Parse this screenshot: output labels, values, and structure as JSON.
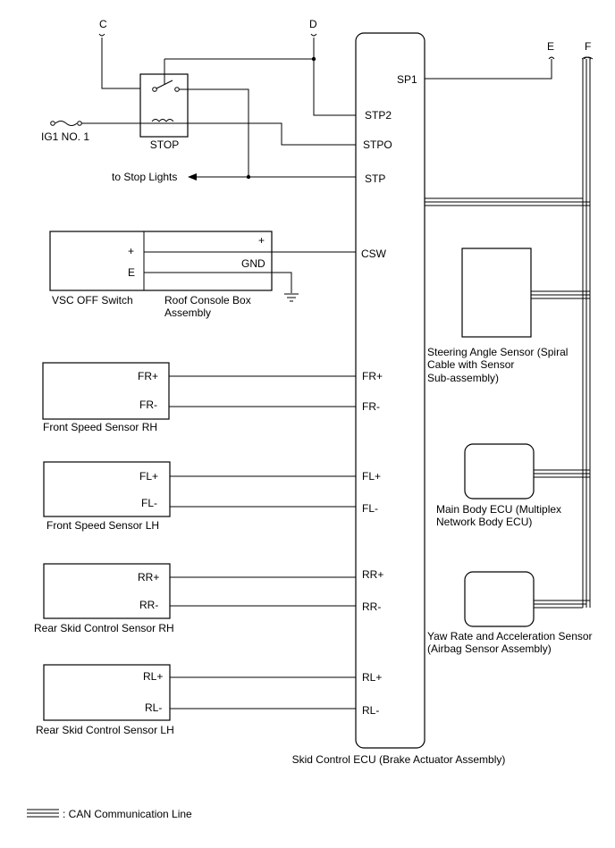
{
  "ecu": {
    "title": "Skid Control ECU (Brake Actuator Assembly)",
    "pins": {
      "sp1": "SP1",
      "stp2": "STP2",
      "stpo": "STPO",
      "stp": "STP",
      "csw": "CSW",
      "fr_plus": "FR+",
      "fr_minus": "FR-",
      "fl_plus": "FL+",
      "fl_minus": "FL-",
      "rr_plus": "RR+",
      "rr_minus": "RR-",
      "rl_plus": "RL+",
      "rl_minus": "RL-"
    }
  },
  "connectors": {
    "c": "C",
    "d": "D",
    "e": "E",
    "f": "F"
  },
  "power": {
    "fuse_label": "IG1 NO. 1"
  },
  "stop_relay": {
    "label": "STOP",
    "to_stop_lights": "to Stop Lights"
  },
  "vsc_off": {
    "switch_label": "VSC OFF Switch",
    "assembly_label_1": "Roof Console Box",
    "assembly_label_2": "Assembly",
    "plus_left": "+",
    "e_left": "E",
    "plus_right": "+",
    "gnd": "GND"
  },
  "sensors": {
    "front_rh": {
      "label": "Front Speed Sensor RH",
      "plus": "FR+",
      "minus": "FR-"
    },
    "front_lh": {
      "label": "Front Speed Sensor LH",
      "plus": "FL+",
      "minus": "FL-"
    },
    "rear_rh": {
      "label": "Rear Skid Control Sensor RH",
      "plus": "RR+",
      "minus": "RR-"
    },
    "rear_lh": {
      "label": "Rear Skid Control Sensor LH",
      "plus": "RL+",
      "minus": "RL-"
    }
  },
  "can_devices": {
    "steering": [
      "Steering Angle Sensor (Spiral",
      "Cable with Sensor",
      "Sub-assembly)"
    ],
    "main_body": [
      "Main Body ECU (Multiplex",
      "Network Body ECU)"
    ],
    "yaw": [
      "Yaw Rate and Acceleration Sensor",
      "(Airbag Sensor Assembly)"
    ]
  },
  "legend": {
    "can_line": ": CAN Communication Line"
  }
}
